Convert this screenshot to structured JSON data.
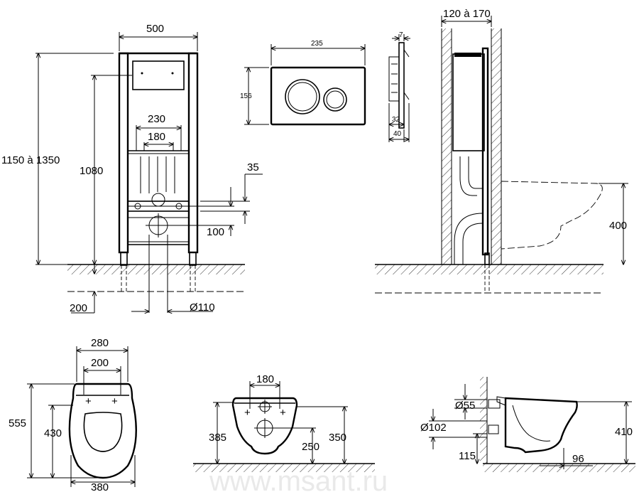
{
  "views": {
    "frame_front": {
      "width": "500",
      "total_height": "1150 à 1350",
      "height_1080": "1080",
      "width_230": "230",
      "width_180": "180",
      "dim_35": "35",
      "dim_100": "100",
      "dim_200": "200",
      "dia_110": "Ø110"
    },
    "plate": {
      "width": "235",
      "height": "156"
    },
    "plate_side": {
      "d7": "7",
      "d32": "32",
      "d40": "40"
    },
    "wall_side": {
      "depth": "120 à 170",
      "height_400": "400"
    },
    "bowl_top": {
      "w280": "280",
      "w200": "200",
      "len555": "555",
      "len430": "430",
      "w380": "380"
    },
    "bowl_back": {
      "w180": "180",
      "h385": "385",
      "h250": "250",
      "h350": "350"
    },
    "bowl_side": {
      "dia55": "Ø55",
      "dia102": "Ø102",
      "h115": "115",
      "d96": "96",
      "h410": "410"
    }
  },
  "watermark": "www.msant.ru"
}
